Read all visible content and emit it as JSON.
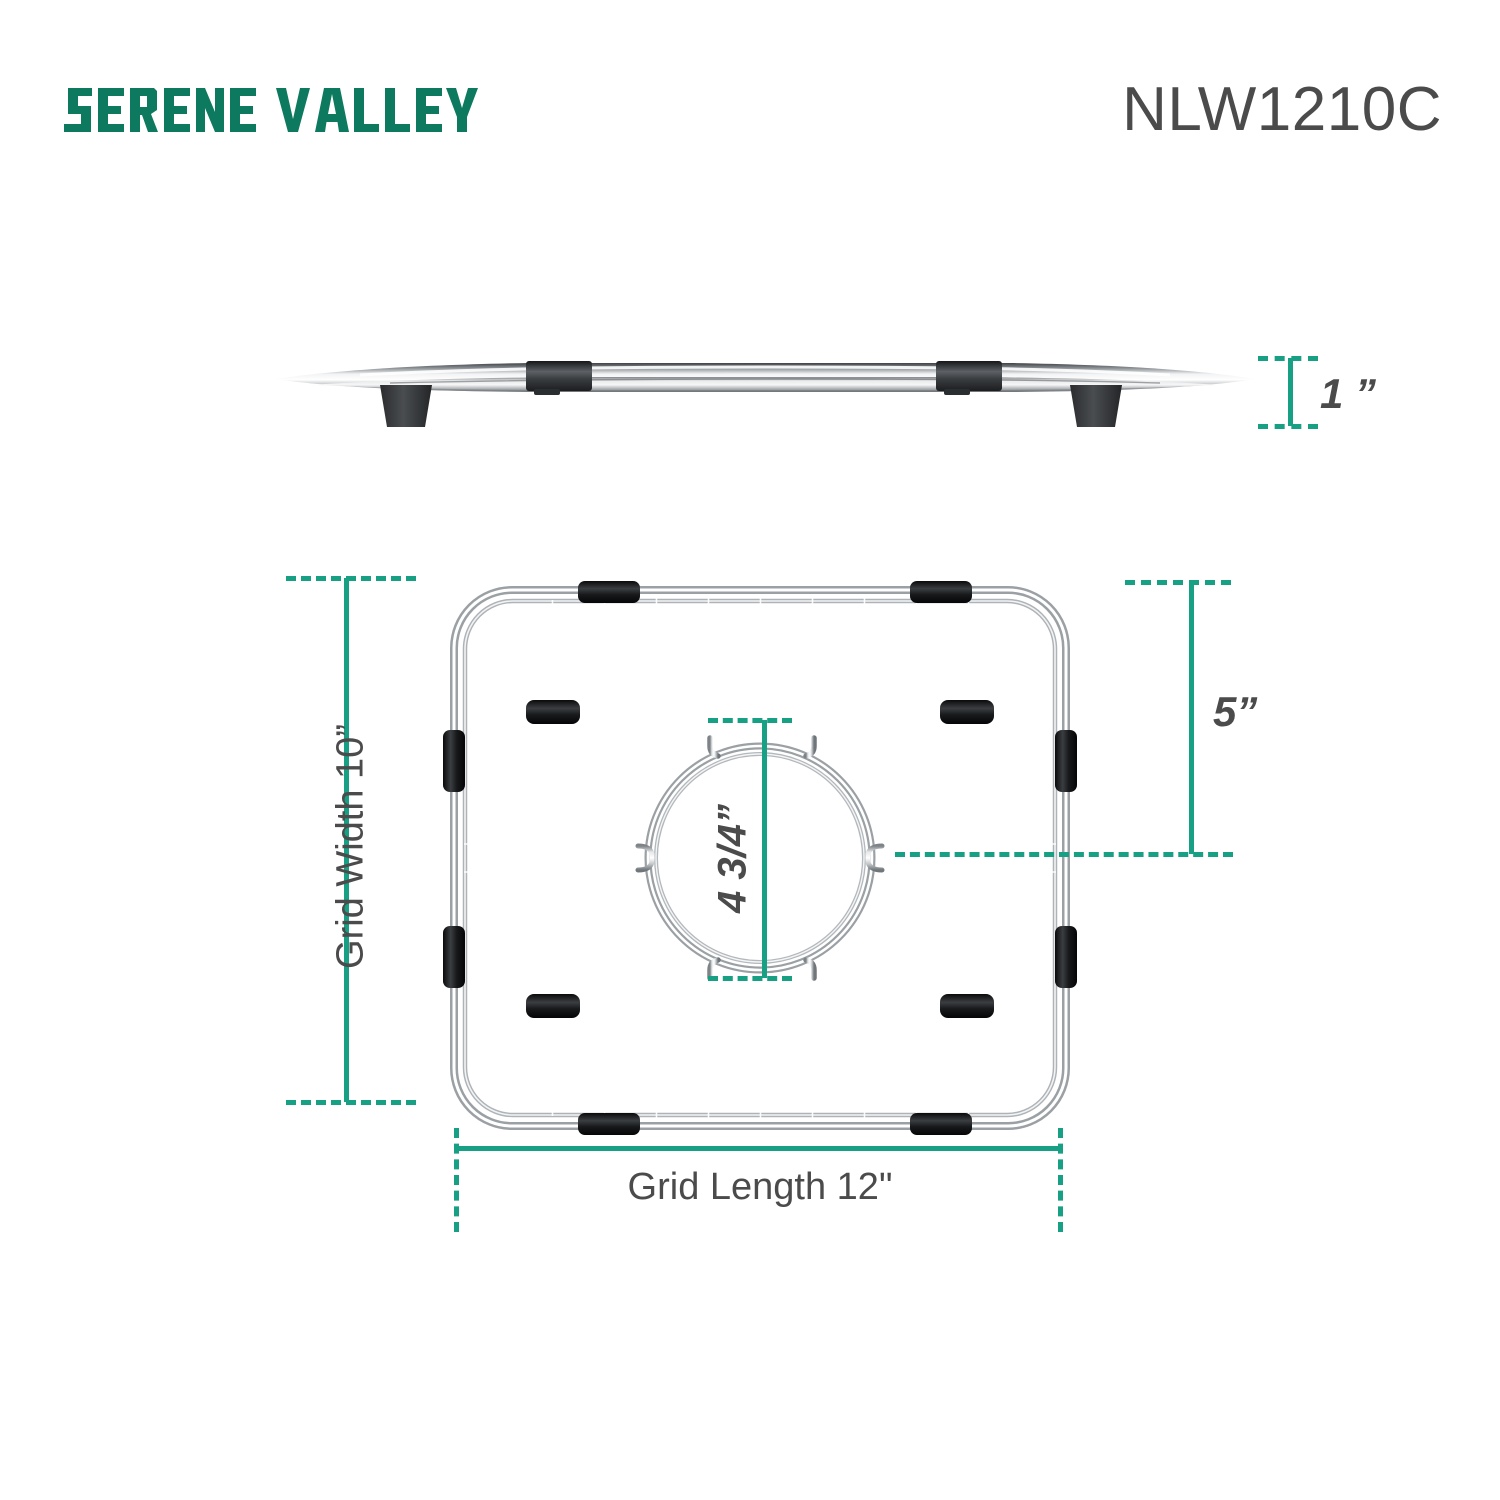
{
  "header": {
    "brand": "SERENE VALLEY",
    "brand_color": "#0d7a5f",
    "model_number": "NLW1210C",
    "model_color": "#4b4b4b"
  },
  "theme": {
    "dimension_color": "#17a083",
    "label_color": "#4b4b4b",
    "background": "#ffffff",
    "wire_color": "#b9bdc0",
    "bumper_color": "#111111"
  },
  "views": {
    "side": {
      "name": "side-profile-view",
      "description": "Side profile of sink grid showing tapered wire rail with black rubber feet and clips"
    },
    "top": {
      "name": "top-plan-view",
      "description": "Top plan view of stainless steel wire sink grid with center drain opening"
    }
  },
  "dimensions": {
    "height": {
      "label": "1 ”",
      "value": 1,
      "unit": "in",
      "name": "grid-height"
    },
    "width": {
      "label": "Grid Width 10”",
      "value": 10,
      "unit": "in",
      "name": "grid-width"
    },
    "length": {
      "label": "Grid Length 12\"",
      "value": 12,
      "unit": "in",
      "name": "grid-length"
    },
    "center_height": {
      "label": "5”",
      "value": 5,
      "unit": "in",
      "name": "drain-center-offset"
    },
    "drain": {
      "label": "4 3/4”",
      "value": 4.75,
      "unit": "in",
      "name": "drain-opening-diameter"
    }
  }
}
